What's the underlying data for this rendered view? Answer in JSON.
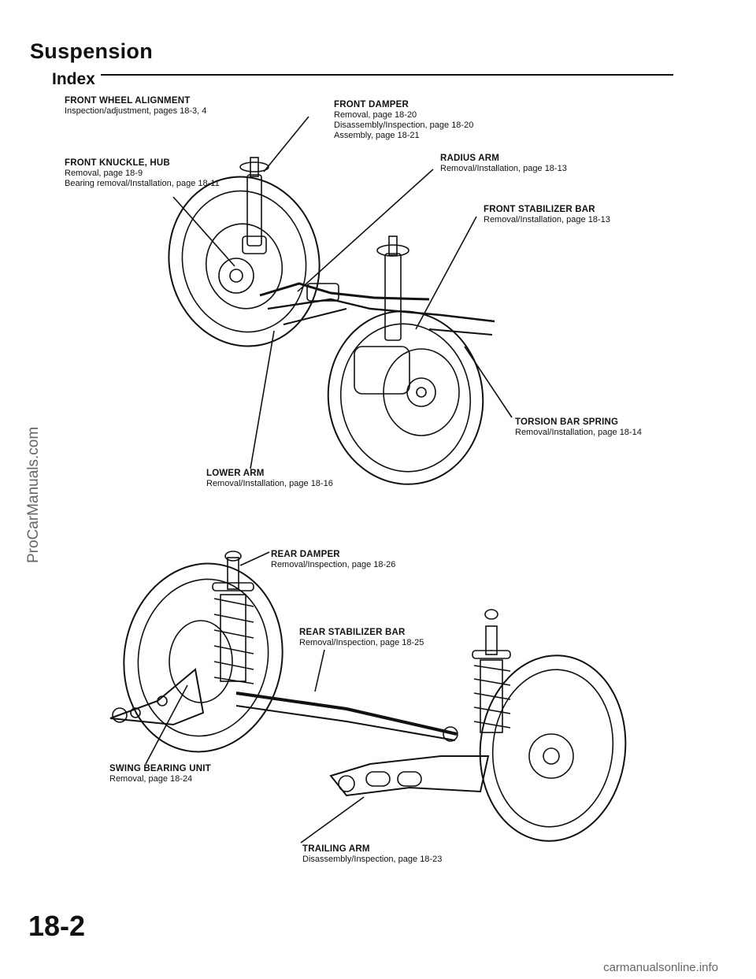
{
  "page": {
    "title": "Suspension",
    "subtitle": "Index",
    "page_number": "18-2"
  },
  "watermark": "ProCarManuals.com",
  "footer": "carmanualsonline.info",
  "front_labels": {
    "wheel_alignment": {
      "title": "FRONT WHEEL ALIGNMENT",
      "lines": [
        "Inspection/adjustment, pages 18-3, 4"
      ]
    },
    "front_damper": {
      "title": "FRONT DAMPER",
      "lines": [
        "Removal, page 18-20",
        "Disassembly/Inspection, page 18-20",
        "Assembly, page 18-21"
      ]
    },
    "knuckle_hub": {
      "title": "FRONT KNUCKLE, HUB",
      "lines": [
        "Removal, page 18-9",
        "Bearing removal/Installation, page 18-11"
      ]
    },
    "radius_arm": {
      "title": "RADIUS ARM",
      "lines": [
        "Removal/Installation, page 18-13"
      ]
    },
    "stabilizer_bar": {
      "title": "FRONT STABILIZER BAR",
      "lines": [
        "Removal/Installation, page 18-13"
      ]
    },
    "torsion_bar": {
      "title": "TORSION BAR SPRING",
      "lines": [
        "Removal/Installation, page 18-14"
      ]
    },
    "lower_arm": {
      "title": "LOWER ARM",
      "lines": [
        "Removal/Installation, page 18-16"
      ]
    }
  },
  "rear_labels": {
    "rear_damper": {
      "title": "REAR DAMPER",
      "lines": [
        "Removal/Inspection, page 18-26"
      ]
    },
    "rear_stabilizer": {
      "title": "REAR STABILIZER BAR",
      "lines": [
        "Removal/Inspection, page 18-25"
      ]
    },
    "swing_bearing": {
      "title": "SWING BEARING UNIT",
      "lines": [
        "Removal, page 18-24"
      ]
    },
    "trailing_arm": {
      "title": "TRAILING ARM",
      "lines": [
        "Disassembly/Inspection, page 18-23"
      ]
    }
  }
}
